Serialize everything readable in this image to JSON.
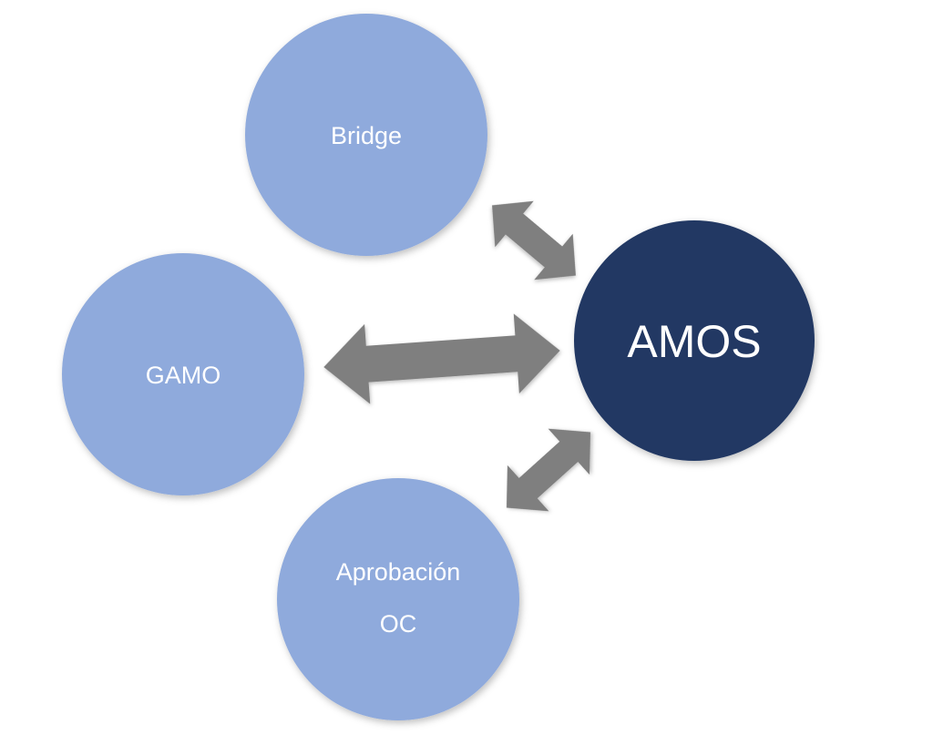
{
  "diagram": {
    "central": {
      "label": "AMOS",
      "color": "#203864"
    },
    "satellites": [
      {
        "label": "Bridge"
      },
      {
        "label": "GAMO"
      },
      {
        "label_line1": "Aprobación",
        "label_line2": "OC"
      }
    ],
    "satellite_color": "#8FAADC",
    "arrow_color": "#7F7F7F",
    "connections": [
      {
        "from": "Bridge",
        "to": "AMOS",
        "type": "bidirectional"
      },
      {
        "from": "GAMO",
        "to": "AMOS",
        "type": "bidirectional"
      },
      {
        "from": "Aprobación OC",
        "to": "AMOS",
        "type": "bidirectional"
      }
    ]
  }
}
